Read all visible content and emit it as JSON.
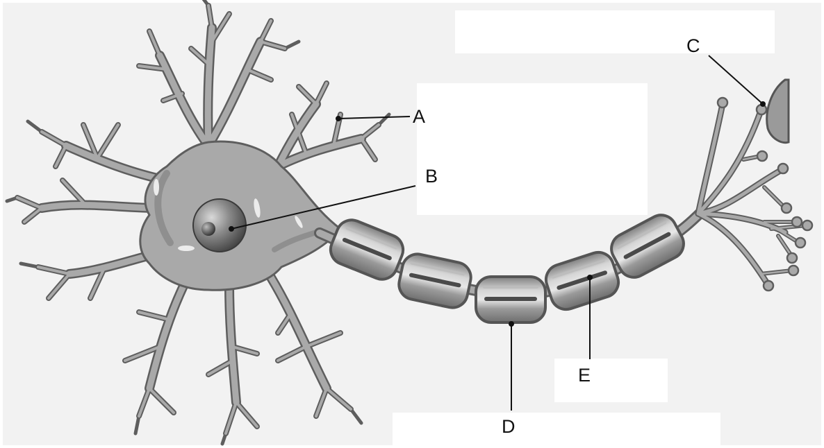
{
  "diagram": {
    "labels": {
      "a": "A",
      "b": "B",
      "c": "C",
      "d": "D",
      "e": "E"
    }
  }
}
